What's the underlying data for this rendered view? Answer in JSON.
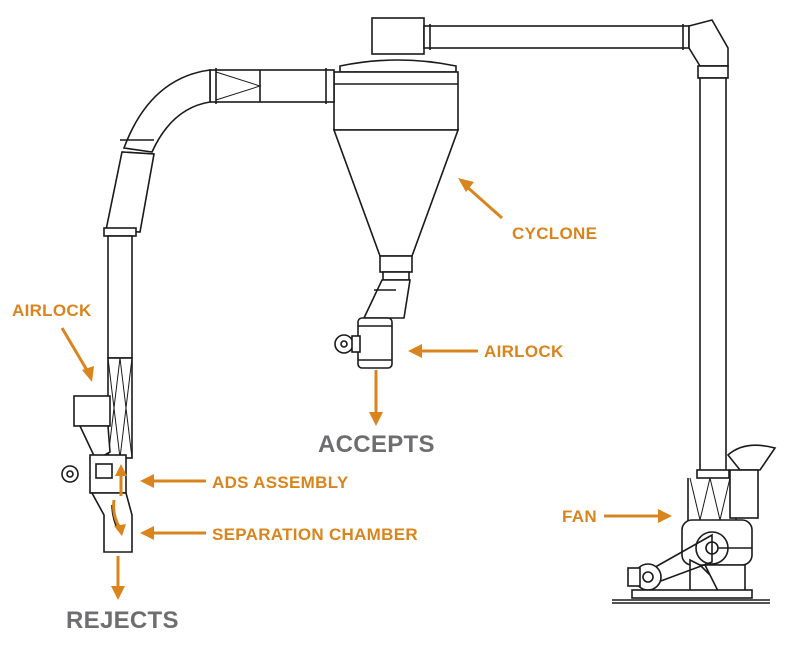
{
  "labels": {
    "cyclone": "CYCLONE",
    "airlock_left": "AIRLOCK",
    "airlock_right": "AIRLOCK",
    "accepts": "ACCEPTS",
    "ads_assembly": "ADS ASSEMBLY",
    "separation_chamber": "SEPARATION CHAMBER",
    "fan": "FAN",
    "rejects": "REJECTS"
  },
  "colors": {
    "label_orange": "#d9841c",
    "label_gray": "#6e6e70",
    "line_art": "#1a1a1a"
  },
  "icons": {
    "label_pointer": "arrow-icon"
  }
}
